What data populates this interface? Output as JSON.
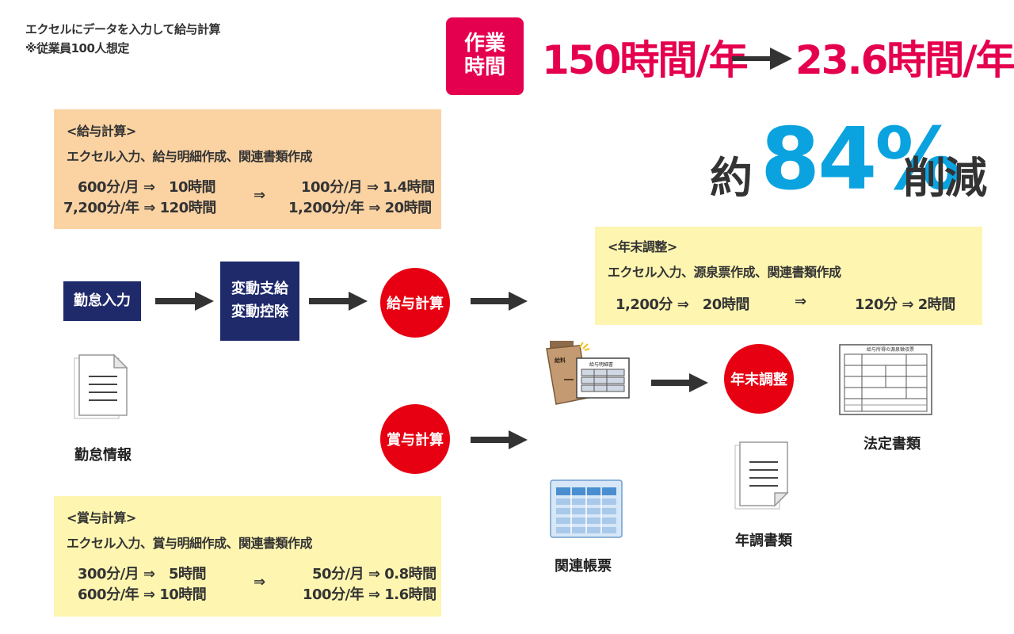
{
  "notes": {
    "line1": "エクセルにデータを入力して給与計算",
    "line2": "※従業員100人想定"
  },
  "work_time": {
    "badge_line1": "作業",
    "badge_line2": "時間",
    "before": "150時間/年",
    "after": "23.6時間/年"
  },
  "reduction": {
    "prefix": "約",
    "percent": "84%",
    "suffix": "削減"
  },
  "salary_panel": {
    "title": "<給与計算>",
    "subtitle": "エクセル入力、給与明細作成、関連書類作成",
    "row1_before": "600分/月 ⇒　10時間",
    "row2_before": "7,200分/年 ⇒ 120時間",
    "arrow": "⇒",
    "row1_after": "100分/月 ⇒ 1.4時間",
    "row2_after": "1,200分/年 ⇒ 20時間"
  },
  "year_end_panel": {
    "title": "<年末調整>",
    "subtitle": "エクセル入力、源泉票作成、関連書類作成",
    "row_before": "1,200分 ⇒　20時間",
    "arrow": "⇒",
    "row_after": "120分 ⇒ 2時間"
  },
  "bonus_panel": {
    "title": "<賞与計算>",
    "subtitle": "エクセル入力、賞与明細作成、関連書類作成",
    "row1_before": "300分/月 ⇒　5時間",
    "row2_before": "600分/年 ⇒ 10時間",
    "arrow": "⇒",
    "row1_after": "50分/月 ⇒ 0.8時間",
    "row2_after": "100分/年 ⇒ 1.6時間"
  },
  "flow": {
    "attendance_input": "勤怠入力",
    "variable_pay_line1": "変動支給",
    "variable_pay_line2": "変動控除",
    "salary_calc": "給与計算",
    "bonus_calc": "賞与計算",
    "year_end": "年末調整"
  },
  "payslip_icon": {
    "envelope_label": "給料",
    "sheet_title": "給与明細書"
  },
  "legal_doc_icon": {
    "form_header": "給与所得の源泉徴収票"
  },
  "captions": {
    "attendance_info": "勤怠情報",
    "related_ledger": "関連帳票",
    "year_end_docs": "年調書類",
    "legal_docs": "法定書類"
  },
  "colors": {
    "accent_red": "#e60012",
    "accent_magenta": "#e5004f",
    "accent_blue": "#0aa3e0",
    "navy": "#1f2a6b",
    "panel_orange": "#fbd3a3",
    "panel_yellow": "#fdf5b0"
  }
}
